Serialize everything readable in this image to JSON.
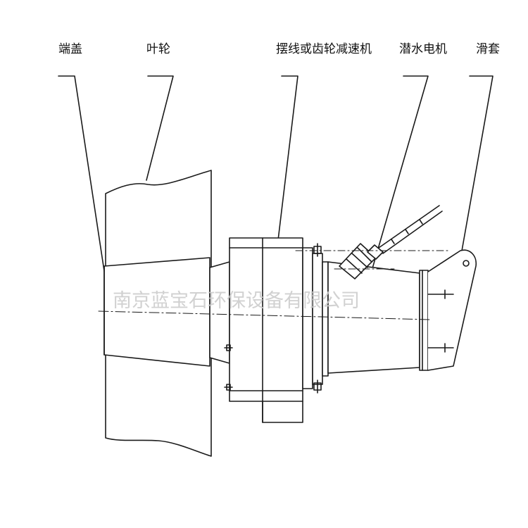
{
  "labels": {
    "end_cover": "端盖",
    "impeller": "叶轮",
    "reducer": "摆线或齿轮减速机",
    "motor": "潜水电机",
    "sleeve": "滑套"
  },
  "watermark": "南京蓝宝石环保设备有限公司",
  "colors": {
    "line": "#1a1a1a",
    "watermark": "#c9c9c9",
    "background": "#ffffff"
  }
}
